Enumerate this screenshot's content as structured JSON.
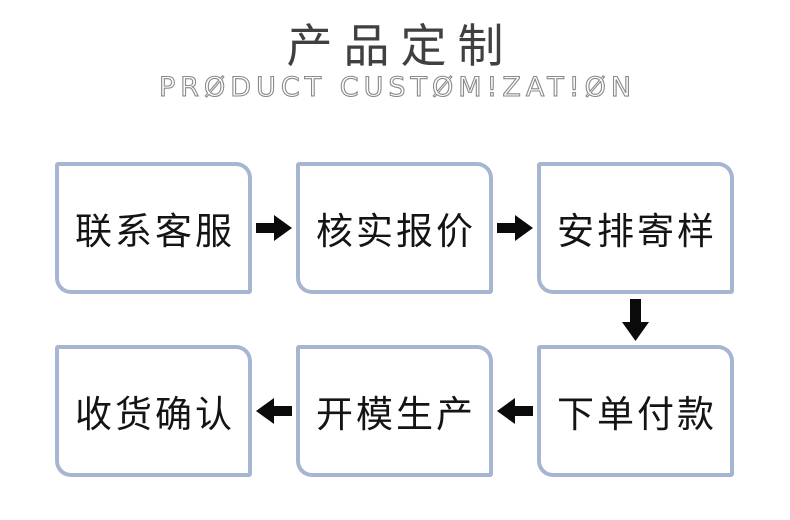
{
  "header": {
    "title": "产品定制",
    "subtitle": "PRODUCT CUSTOMIZATION",
    "subtitle_display": "PRØDUCT CUSTØM!ZAT!ØN"
  },
  "flow": {
    "steps": [
      {
        "order": 1,
        "label": "联系客服"
      },
      {
        "order": 2,
        "label": "核实报价"
      },
      {
        "order": 3,
        "label": "安排寄样"
      },
      {
        "order": 4,
        "label": "下单付款"
      },
      {
        "order": 5,
        "label": "开模生产"
      },
      {
        "order": 6,
        "label": "收货确认"
      }
    ],
    "arrows": [
      {
        "from": 1,
        "to": 2,
        "direction": "right"
      },
      {
        "from": 2,
        "to": 3,
        "direction": "right"
      },
      {
        "from": 3,
        "to": 4,
        "direction": "down"
      },
      {
        "from": 4,
        "to": 5,
        "direction": "left"
      },
      {
        "from": 5,
        "to": 6,
        "direction": "left"
      }
    ]
  },
  "colors": {
    "background": "#ffffff",
    "title": "#404040",
    "subtitle": "#8a8a8a",
    "box_border": "#a6b6d2",
    "box_bg": "#ffffff",
    "box_text": "#141414",
    "arrow": "#0a0a0a"
  }
}
